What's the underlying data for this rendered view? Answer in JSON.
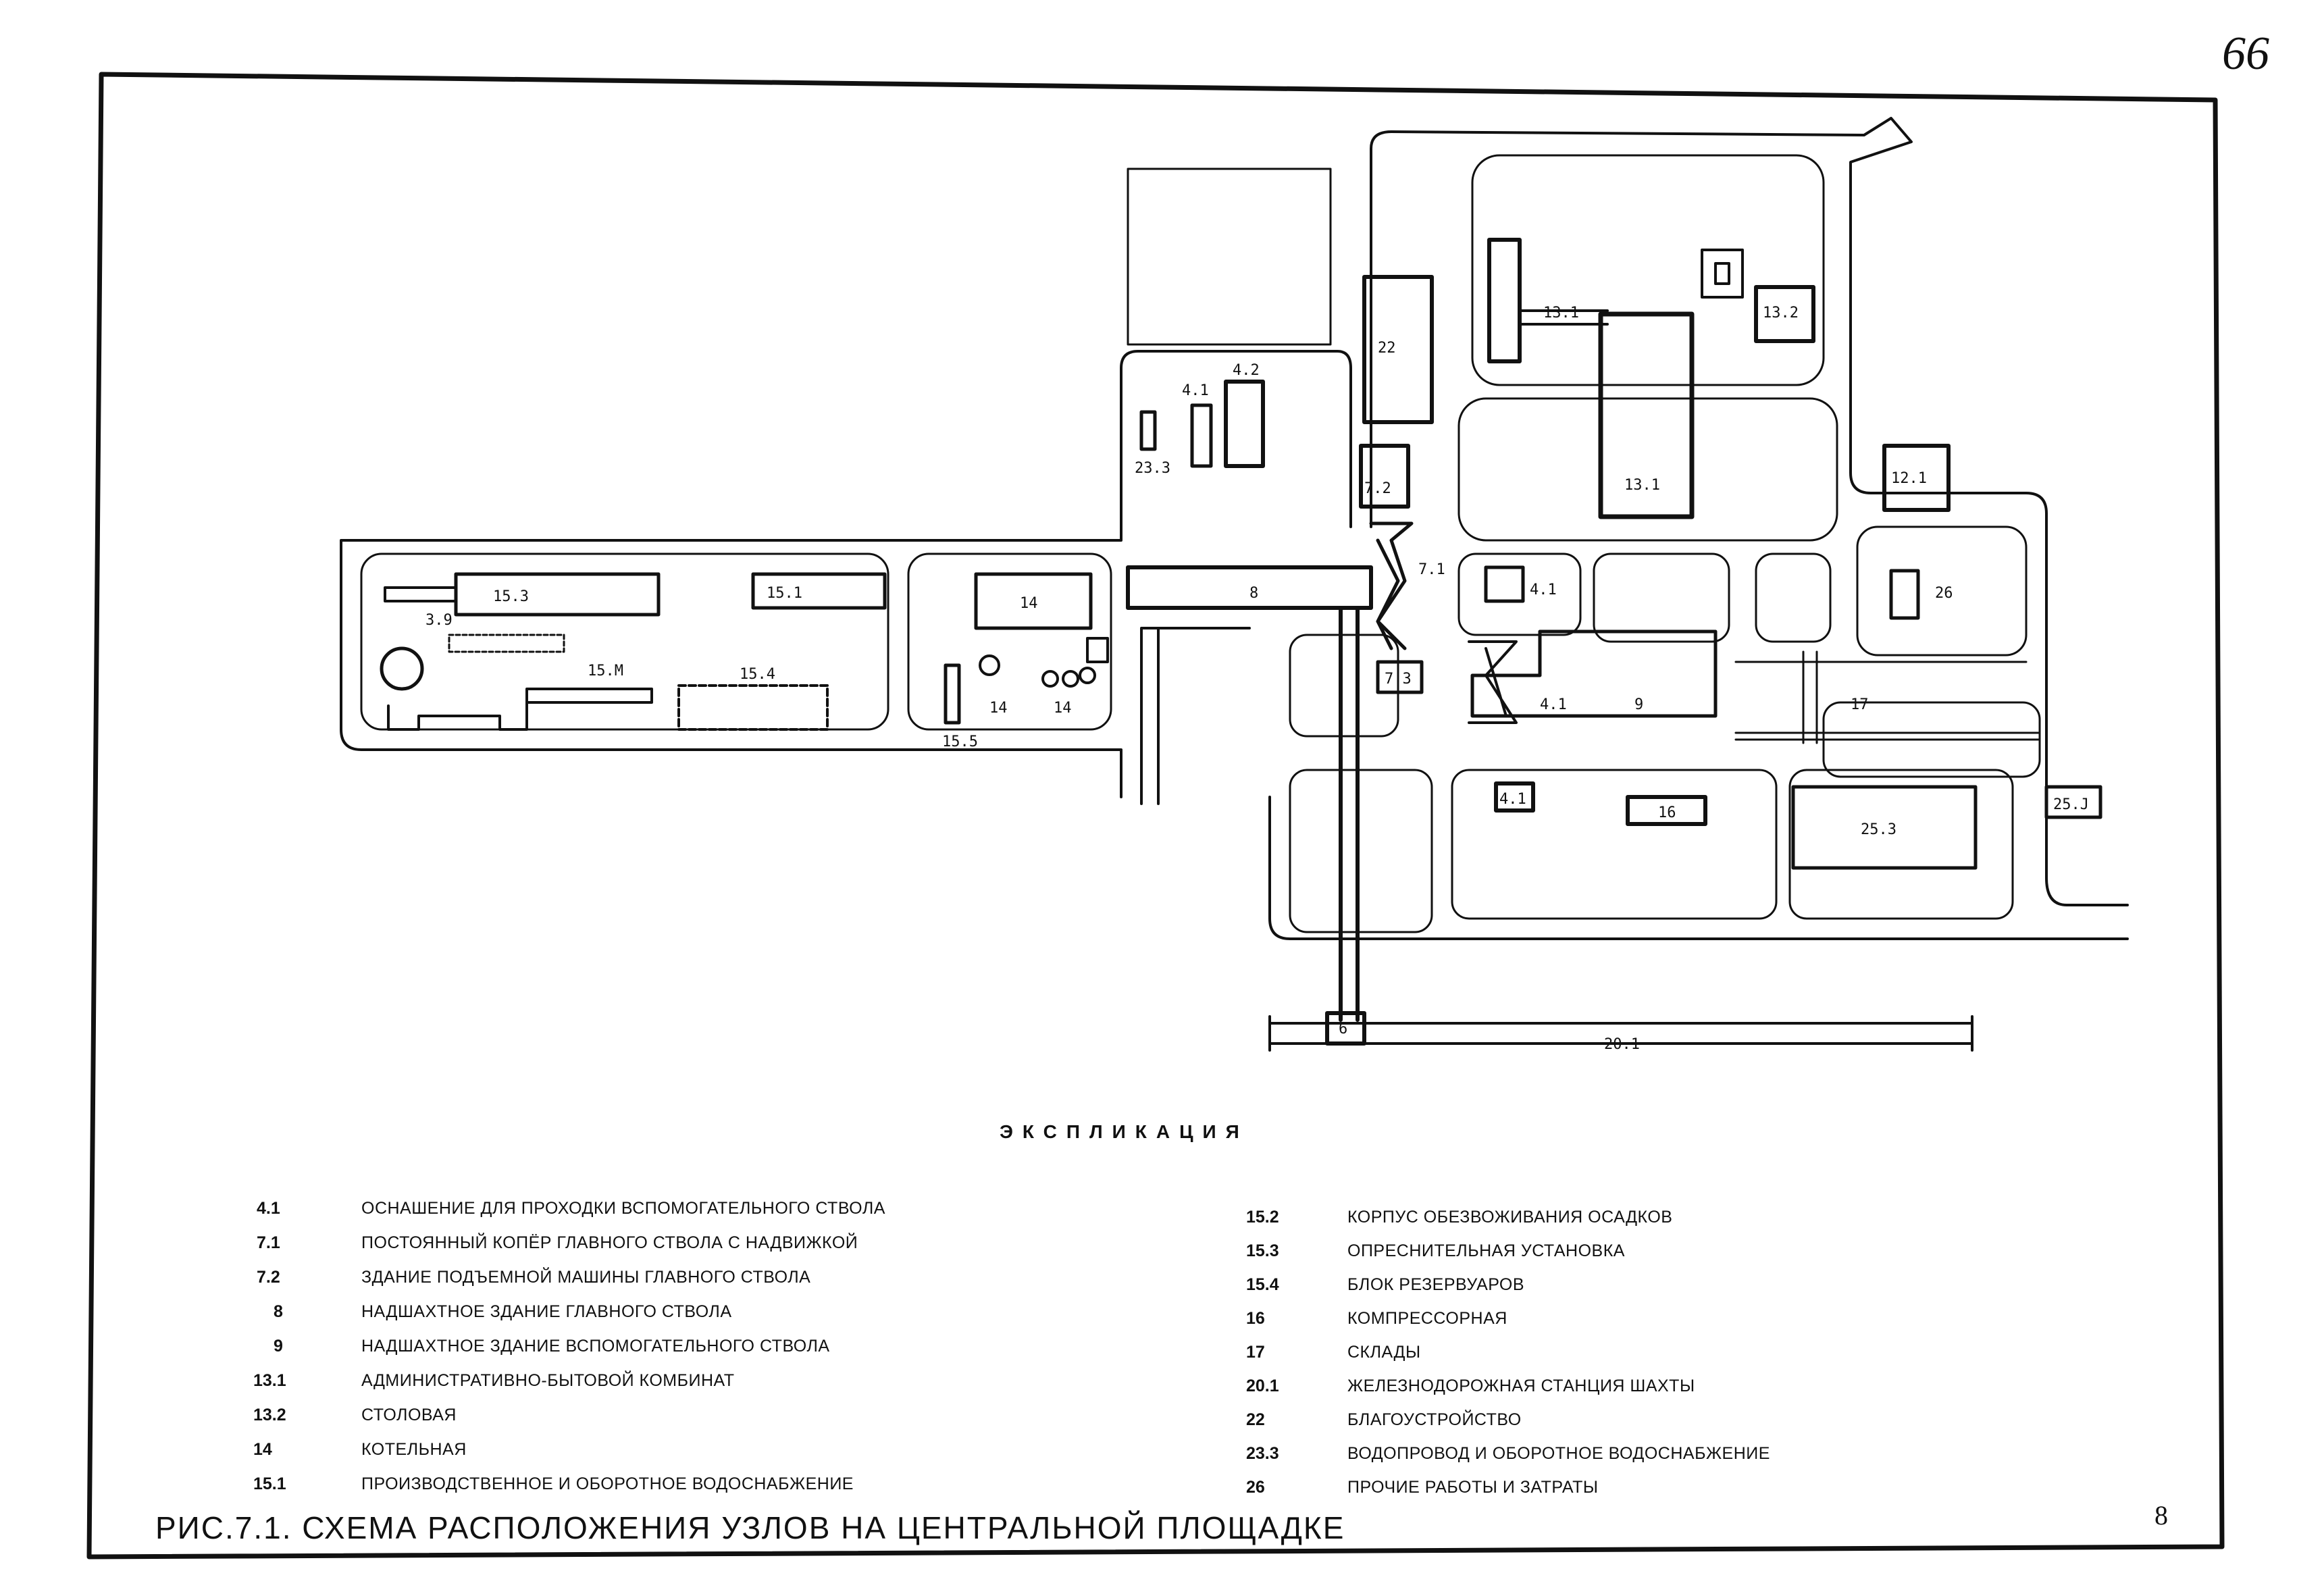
{
  "page_number": "66",
  "sheet_mark": "8",
  "plan": {
    "labels": {
      "b22": "22",
      "b13_1": "13.1",
      "b13_2": "13.2",
      "b_bld": "13.1",
      "b4_2": "4.2",
      "b4_1_top": "4.1",
      "b23_3": "23.3",
      "b7_2": "7.2",
      "b12_1": "12.1",
      "b15_3": "15.3",
      "b15_1": "15.1",
      "b3_9": "3.9",
      "b15_4": "15.4",
      "b15_m": "15.M",
      "b14_a": "14",
      "b14_b": "14",
      "b14_c": "14",
      "b15_5": "15.5",
      "b8": "8",
      "b7_1": "7.1",
      "b7_3": "7.3",
      "b4_1_mid": "4.1",
      "b4_1_lower": "4.1",
      "b9": "9",
      "b26": "26",
      "b17": "17",
      "b4_1_bot": "4.1",
      "b16": "16",
      "b25_3": "25.3",
      "b25_j": "25.J",
      "b6": "6",
      "b20_1": "20.1"
    }
  },
  "explication": {
    "title": "ЭКСПЛИКАЦИЯ",
    "left": [
      {
        "code": "4.1",
        "text": "ОСНАШЕНИЕ ДЛЯ ПРОХОДКИ ВСПОМОГАТЕЛЬНОГО СТВОЛА"
      },
      {
        "code": "7.1",
        "text": "ПОСТОЯННЫЙ КОПЁР ГЛАВНОГО СТВОЛА С НАДВИЖКОЙ"
      },
      {
        "code": "7.2",
        "text": "ЗДАНИЕ ПОДЪЕМНОЙ МАШИНЫ ГЛАВНОГО СТВОЛА"
      },
      {
        "code": "8",
        "text": "НАДШАХТНОЕ ЗДАНИЕ ГЛАВНОГО СТВОЛА"
      },
      {
        "code": "9",
        "text": "НАДШАХТНОЕ ЗДАНИЕ ВСПОМОГАТЕЛЬНОГО СТВОЛА"
      },
      {
        "code": "13.1",
        "text": "АДМИНИСТРАТИВНО-БЫТОВОЙ КОМБИНАТ"
      },
      {
        "code": "13.2",
        "text": "СТОЛОВАЯ"
      },
      {
        "code": "14",
        "text": "КОТЕЛЬНАЯ"
      },
      {
        "code": "15.1",
        "text": "ПРОИЗВОДСТВЕННОЕ И ОБОРОТНОЕ ВОДОСНАБЖЕНИЕ"
      }
    ],
    "right": [
      {
        "code": "15.2",
        "text": "КОРПУС ОБЕЗВОЖИВАНИЯ ОСАДКОВ"
      },
      {
        "code": "15.3",
        "text": "ОПРЕСНИТЕЛЬНАЯ УСТАНОВКА"
      },
      {
        "code": "15.4",
        "text": "БЛОК РЕЗЕРВУАРОВ"
      },
      {
        "code": "16",
        "text": "КОМПРЕССОРНАЯ"
      },
      {
        "code": "17",
        "text": "СКЛАДЫ"
      },
      {
        "code": "20.1",
        "text": "ЖЕЛЕЗНОДОРОЖНАЯ СТАНЦИЯ ШАХТЫ"
      },
      {
        "code": "22",
        "text": "БЛАГОУСТРОЙСТВО"
      },
      {
        "code": "23.3",
        "text": "ВОДОПРОВОД И ОБОРОТНОЕ ВОДОСНАБЖЕНИЕ"
      },
      {
        "code": "26",
        "text": "ПРОЧИЕ РАБОТЫ И ЗАТРАТЫ"
      }
    ]
  },
  "caption": "РИС.7.1. СХЕМА РАСПОЛОЖЕНИЯ УЗЛОВ НА ЦЕНТРАЛЬНОЙ ПЛОЩАДКЕ"
}
